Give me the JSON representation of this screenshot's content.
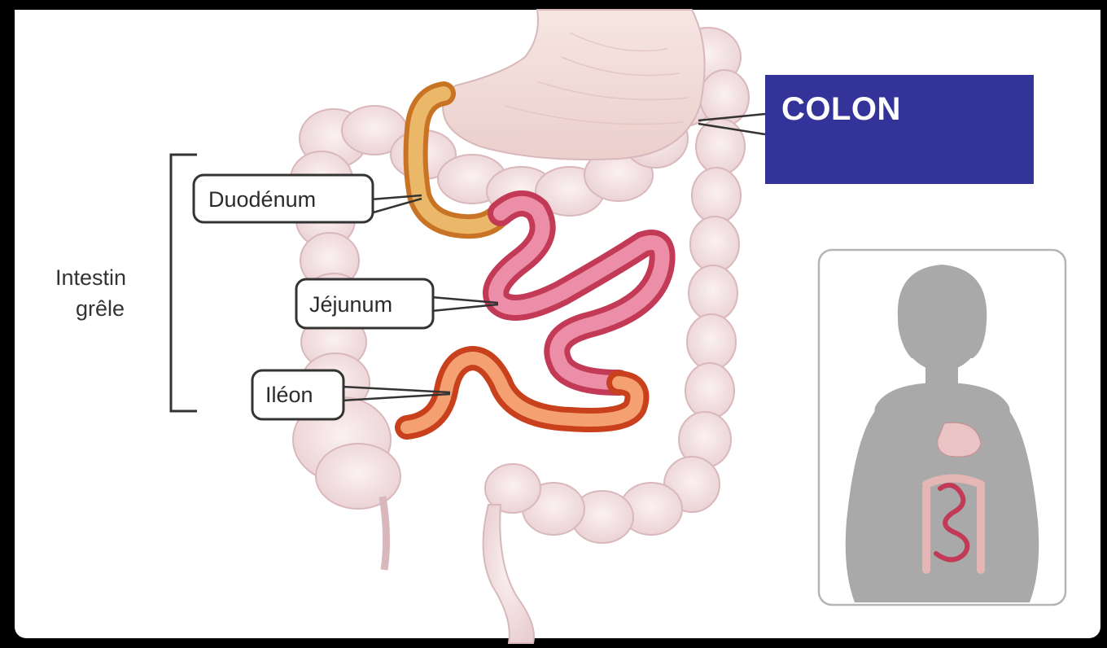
{
  "labels": {
    "duodenum": "Duodénum",
    "jejunum": "Jéjunum",
    "ileon": "Iléon",
    "intestin_line1": "Intestin",
    "intestin_line2": "grêle",
    "colon": "COLON"
  },
  "colors": {
    "background_frame": "#000000",
    "colon_box": "#33339a",
    "colon_text": "#ffffff",
    "large_intestine": "#f1dfe0",
    "duodenum": "#e8a24a",
    "jejunum": "#d8506a",
    "ileon": "#dd5a2a",
    "stomach": "#f3dfdc",
    "silhouette": "#a9a9a9"
  },
  "icons": {
    "inset": "child-silhouette-icon"
  }
}
